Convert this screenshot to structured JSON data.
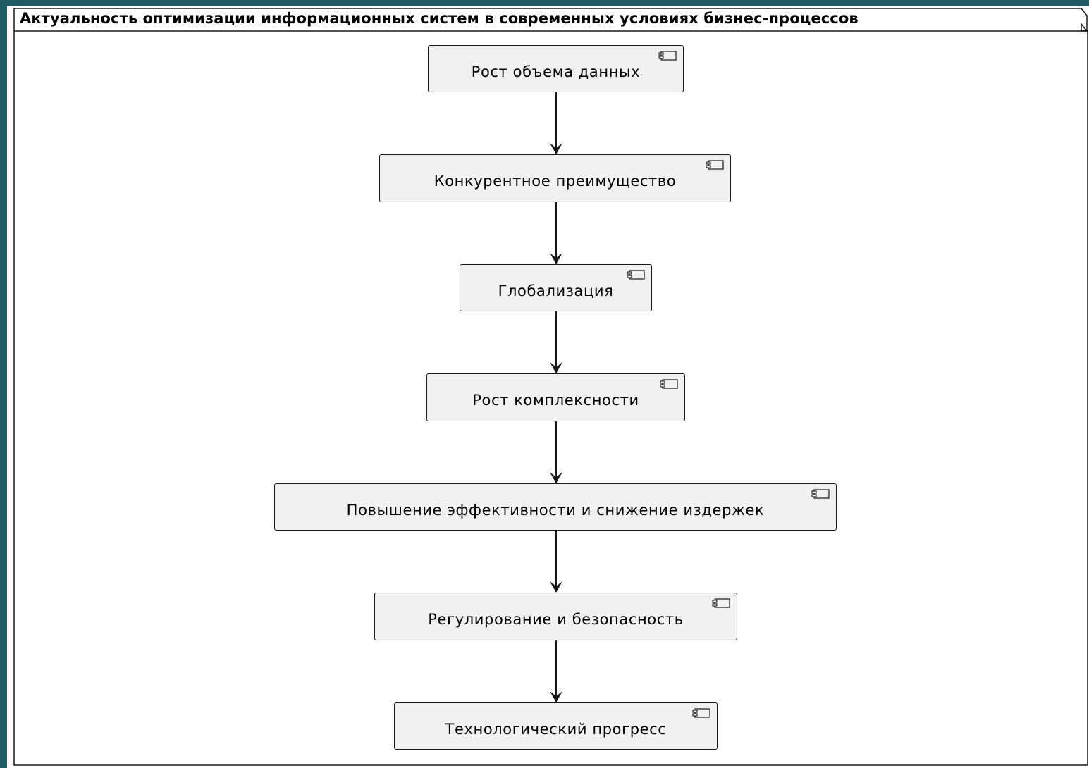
{
  "frame": {
    "title": "Актуальность оптимизации информационных систем в современных условиях бизнес-процессов"
  },
  "nodes": [
    {
      "label": "Рост объема данных",
      "icon": "component-icon"
    },
    {
      "label": "Конкурентное преимущество",
      "icon": "component-icon"
    },
    {
      "label": "Глобализация",
      "icon": "component-icon"
    },
    {
      "label": "Рост комплексности",
      "icon": "component-icon"
    },
    {
      "label": "Повышение эффективности и снижение издержек",
      "icon": "component-icon"
    },
    {
      "label": "Регулирование и безопасность",
      "icon": "component-icon"
    },
    {
      "label": "Технологический прогресс",
      "icon": "component-icon"
    }
  ],
  "edges": [
    {
      "from": "Рост объема данных",
      "to": "Конкурентное преимущество"
    },
    {
      "from": "Конкурентное преимущество",
      "to": "Глобализация"
    },
    {
      "from": "Глобализация",
      "to": "Рост комплексности"
    },
    {
      "from": "Рост комплексности",
      "to": "Повышение эффективности и снижение издержек"
    },
    {
      "from": "Повышение эффективности и снижение издержек",
      "to": "Регулирование и безопасность"
    },
    {
      "from": "Регулирование и безопасность",
      "to": "Технологический прогресс"
    }
  ],
  "colors": {
    "background": "#1f5a63",
    "node_fill": "#f1f1f1",
    "stroke": "#181818"
  }
}
